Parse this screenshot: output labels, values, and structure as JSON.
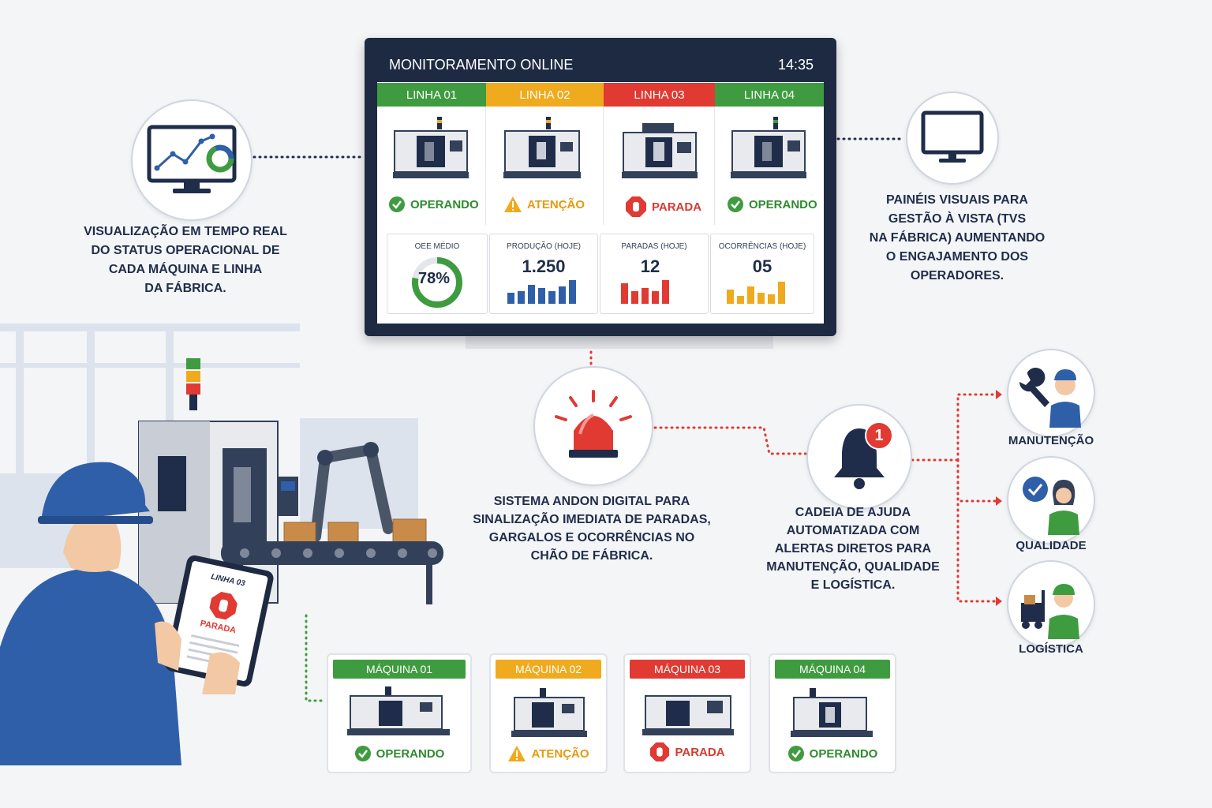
{
  "monitor": {
    "title": "MONITORAMENTO ONLINE",
    "time": "14:35",
    "lines": [
      {
        "label": "LINHA 01",
        "color": "#3f9b3f",
        "status": "OPERANDO",
        "status_color": "#2e8b2e",
        "icon": "check-icon"
      },
      {
        "label": "LINHA 02",
        "color": "#f0aa1e",
        "status": "ATENÇÃO",
        "status_color": "#e59a10",
        "icon": "warning-icon"
      },
      {
        "label": "LINHA 03",
        "color": "#e03a33",
        "status": "PARADA",
        "status_color": "#d63a32",
        "icon": "stop-icon"
      },
      {
        "label": "LINHA 04",
        "color": "#3f9b3f",
        "status": "OPERANDO",
        "status_color": "#2e8b2e",
        "icon": "check-icon"
      }
    ],
    "kpis": {
      "oee": {
        "label": "OEE MÉDIO",
        "value": "78%",
        "fraction": 0.78
      },
      "producao": {
        "label": "PRODUÇÃO (HOJE)",
        "value": "1.250"
      },
      "paradas": {
        "label": "PARADAS (HOJE)",
        "value": "12"
      },
      "ocorrencias": {
        "label": "OCORRÊNCIAS (HOJE)",
        "value": "05"
      }
    }
  },
  "captions": {
    "left": "VISUALIZAÇÃO EM TEMPO REAL\nDO STATUS OPERACIONAL DE\nCADA MÁQUINA E LINHA\nDA FÁBRICA.",
    "right": "PAINÉIS VISUAIS PARA\nGESTÃO À VISTA (TVs\nNA FÁBRICA) AUMENTANDO\nO ENGAJAMENTO DOS\nOPERADORES.",
    "andon": "SISTEMA ANDON DIGITAL PARA\nSINALIZAÇÃO IMEDIATA DE PARADAS,\nGARGALOS E OCORRÊNCIAS NO\nCHÃO DE FÁBRICA.",
    "help": "CADEIA DE AJUDA\nAUTOMATIZADA COM\nALERTAS DIRETOS PARA\nMANUTENÇÃO, QUALIDADE\nE LOGÍSTICA."
  },
  "alert_badge": "1",
  "roles": [
    {
      "label": "MANUTENÇÃO",
      "icon": "wrench-icon"
    },
    {
      "label": "QUALIDADE",
      "icon": "quality-badge-icon"
    },
    {
      "label": "LOGÍSTICA",
      "icon": "forklift-icon"
    }
  ],
  "tablet": {
    "line": "LINHA 03",
    "status": "PARADA"
  },
  "machines": [
    {
      "label": "MÁQUINA 01",
      "color": "#3f9b3f",
      "status": "OPERANDO",
      "status_color": "#2e8b2e"
    },
    {
      "label": "MÁQUINA 02",
      "color": "#f0aa1e",
      "status": "ATENÇÃO",
      "status_color": "#e59a10"
    },
    {
      "label": "MÁQUINA 03",
      "color": "#e03a33",
      "status": "PARADA",
      "status_color": "#d63a32"
    },
    {
      "label": "MÁQUINA 04",
      "color": "#3f9b3f",
      "status": "OPERANDO",
      "status_color": "#2e8b2e"
    }
  ],
  "colors": {
    "navy": "#1e2a42",
    "accent_blue": "#2f5fa8",
    "red": "#e03a33",
    "green": "#3f9b3f",
    "amber": "#f0aa1e"
  }
}
